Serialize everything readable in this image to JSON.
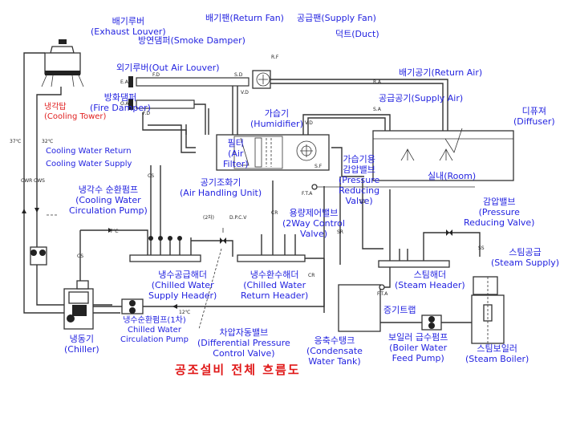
{
  "title": "공조설비 전체 흐름도",
  "labels": {
    "exhaust_louver_ko": "배기루버",
    "exhaust_louver_en": "(Exhaust Louver)",
    "smoke_damper": "방연댐퍼(Smoke Damper)",
    "outdoor_air_louver": "외기루버(Out Air Louver)",
    "fire_damper_ko": "방화댐퍼",
    "fire_damper_en": "(Fire Damper)",
    "cooling_tower_ko": "냉각탑",
    "cooling_tower_en": "(Cooling Tower)",
    "return_fan": "배기팬(Return Fan)",
    "supply_fan": "공급팬(Supply Fan)",
    "duct": "덕트(Duct)",
    "return_air": "배기공기(Return Air)",
    "supply_air": "공급공기(Supply Air)",
    "diffuser_ko": "디퓨져",
    "diffuser_en": "(Diffuser)",
    "room": "실내(Room)",
    "humidifier_ko": "가습기",
    "humidifier_en": "(Humidifier)",
    "air_filter_ko": "필터",
    "air_filter_en1": "(Air",
    "air_filter_en2": "Filter)",
    "humid_prv_ko1": "가습기용",
    "humid_prv_ko2": "감압밸브",
    "humid_prv_en1": "(Pressure",
    "humid_prv_en2": "Reducing",
    "humid_prv_en3": "Valve)",
    "ahu_ko": "공기조화기",
    "ahu_en": "(Air Handling Unit)",
    "two_way_ko": "용량제어밸브",
    "two_way_en1": "(2Way Control",
    "two_way_en2": "Valve)",
    "cw_return": "Cooling Water Return",
    "cw_supply": "Cooling Water Supply",
    "cw_pump_ko": "냉각수 순환펌프",
    "cw_pump_en1": "(Cooling Water",
    "cw_pump_en2": "Circulation Pump)",
    "chw_supply_header_ko": "냉수공급해더",
    "chw_supply_header_en1": "(Chilled Water",
    "chw_supply_header_en2": "Supply Header)",
    "chw_return_header_ko": "냉수환수해더",
    "chw_return_header_en1": "(Chilled Water",
    "chw_return_header_en2": "Return Header)",
    "prv_ko": "감압밸브",
    "prv_en1": "(Pressure",
    "prv_en2": "Reducing Valve)",
    "steam_supply_ko": "스팀공급",
    "steam_supply_en": "(Steam Supply)",
    "steam_header_ko": "스팀해더",
    "steam_header_en": "(Steam Header)",
    "steam_trap": "증기트랩",
    "chiller_ko": "냉동기",
    "chiller_en": "(Chiller)",
    "chw_pump_ko": "냉수순환펌프(1차)",
    "chw_pump_en1": "Chilled Water",
    "chw_pump_en2": "Circulation Pump",
    "dpcv_ko": "차압자동밸브",
    "dpcv_en1": "(Differential Pressure",
    "dpcv_en2": "Control Valve)",
    "condensate_ko": "응축수탱크",
    "condensate_en1": "(Condensate",
    "condensate_en2": "Water Tank)",
    "feed_pump_ko": "보일러 급수펌프",
    "feed_pump_en1": "(Boiler Water",
    "feed_pump_en2": "Feed Pump)",
    "boiler_ko": "스팀보일러",
    "boiler_en": "(Steam Boiler)"
  },
  "tags": {
    "ea": "E.A",
    "oa": "O.A",
    "fd1": "F.D",
    "fd2": "F.D",
    "sd": "S.D",
    "rf": "R.F",
    "vd1": "V.D",
    "vd2": "V.D",
    "ra": "R.A",
    "sa": "S.A",
    "sf": "S.F",
    "fta1": "F.T.A",
    "fta2": "F.T.A",
    "dpcv": "D.P.C.V",
    "second": "(2차)",
    "t37": "37℃",
    "t32": "32℃",
    "t7": "7℃",
    "t12": "12℃",
    "cwr": "CWR",
    "cws": "CWS",
    "cs1": "CS",
    "cs2": "CS",
    "cr1": "CR",
    "cr2": "CR",
    "ss1": "SS",
    "ss2": "SS",
    "sr": "SR"
  }
}
